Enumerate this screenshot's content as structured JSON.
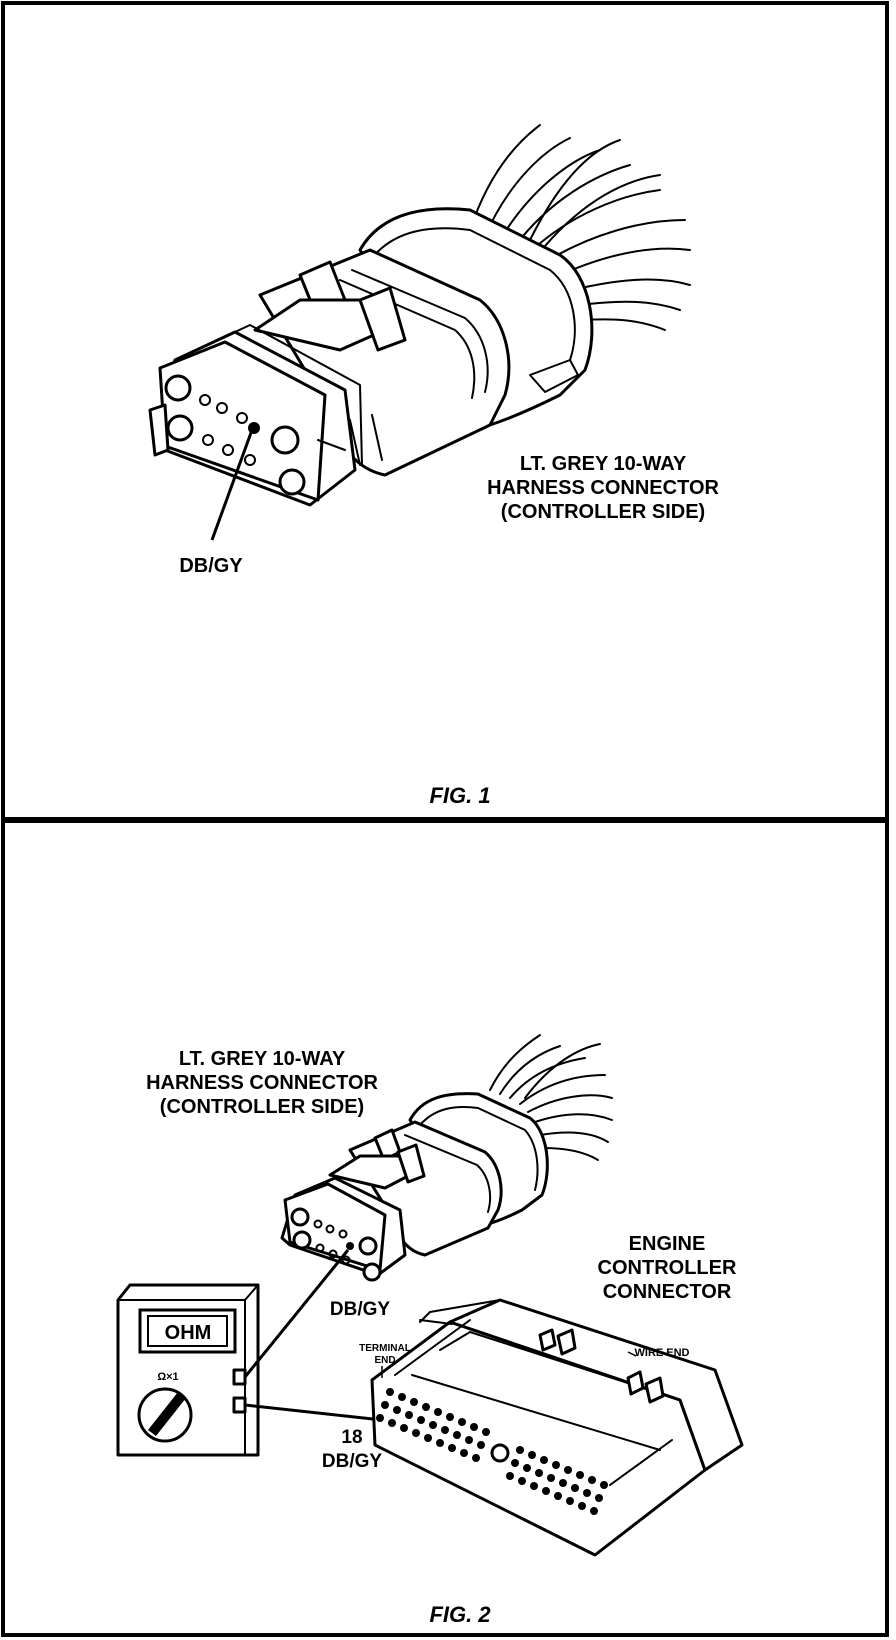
{
  "figures": [
    {
      "caption": "FIG. 1",
      "connector_label": [
        "LT. GREY 10-WAY",
        "HARNESS CONNECTOR",
        "(CONTROLLER SIDE)"
      ],
      "pin_label": "DB/GY"
    },
    {
      "caption": "FIG. 2",
      "connector_label": [
        "LT. GREY 10-WAY",
        "HARNESS CONNECTOR",
        "(CONTROLLER SIDE)"
      ],
      "pin_label": "DB/GY",
      "ecu_label": [
        "ENGINE",
        "CONTROLLER",
        "CONNECTOR"
      ],
      "terminal_end_label": [
        "TERMINAL",
        "END"
      ],
      "wire_end_label": "WIRE END",
      "wire_label": [
        "18",
        "DB/GY"
      ],
      "meter_display": "OHM",
      "meter_range": "Ω×1"
    }
  ]
}
